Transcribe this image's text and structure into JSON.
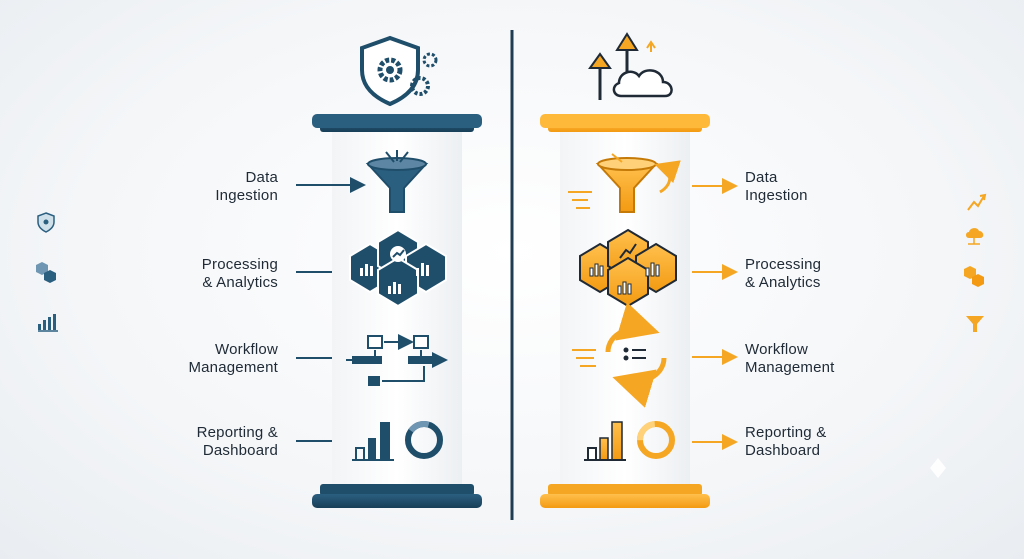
{
  "left_pillar": {
    "accent": "#1f4e6b",
    "steps": [
      {
        "line1": "Data",
        "line2": "Ingestion"
      },
      {
        "line1": "Processing",
        "line2": "& Analytics"
      },
      {
        "line1": "Workflow",
        "line2": "Management"
      },
      {
        "line1": "Reporting &",
        "line2": "Dashboard"
      }
    ]
  },
  "right_pillar": {
    "accent": "#f5a623",
    "steps": [
      {
        "line1": "Data",
        "line2": "Ingestion"
      },
      {
        "line1": "Processing",
        "line2": "& Analytics"
      },
      {
        "line1": "Workflow",
        "line2": "Management"
      },
      {
        "line1": "Reporting &",
        "line2": "Dashboard"
      }
    ]
  },
  "icons": {
    "left_top": "shield-gear-icon",
    "right_top": "cloud-upload-arrows-icon",
    "left_side": [
      "shield-small-icon",
      "hexagon-small-icon",
      "bar-chart-small-icon"
    ],
    "right_side": [
      "arrows-up-small-icon",
      "cloud-small-icon",
      "hexagon-small-icon",
      "funnel-small-icon"
    ]
  }
}
